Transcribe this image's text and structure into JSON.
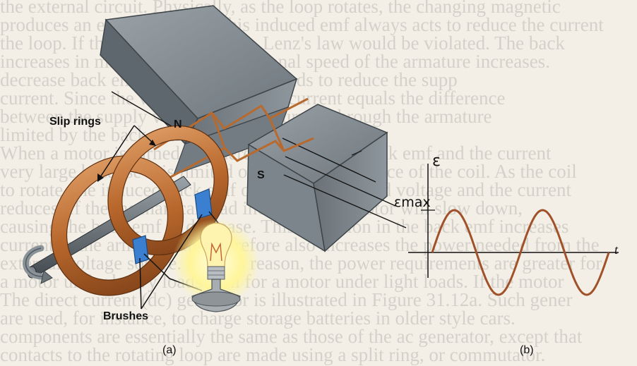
{
  "background_text": [
    "the external circuit. Physically, as the loop rotates, the changing magnetic",
    "produces an emf in the loop; this induced emf always acts to reduce the current",
    "the loop. If this were not the case, Lenz's law would be violated. The back",
    "increases in magnitude as the rotational speed of the armature increases.",
    "decrease back emf, and an emf that tends to reduce the supp",
    "current. Since the voltage, the supply current equals the difference",
    "between the supply voltage and the current through the armature",
    "limited by the back emf.",
    "When a motor is turned on, there is initially no back emf and the current",
    "very large because it is limited only by the resistance of the coil. As the coil",
    "to rotate, the induced back emf opposes the applied voltage and the current",
    "reduces. If the mechanical load increases, the motor will slow down,",
    "causing the back emf to decrease. This reduction in the back emf increases",
    "current in the armature and therefore also increases the power needed from the",
    "external voltage source. For this reason, the power requirements are greater for",
    "a motor under heavy loads than for a motor under light loads. If the motor",
    "The direct current (dc) generator is illustrated in Figure 31.12a. Such gener",
    "are used, for instance, to charge storage batteries in older style cars.",
    "components are essentially the same as those of the ac generator, except that",
    "contacts to the rotating loop are made using a split ring, or commutator."
  ],
  "labels": {
    "slip_rings": "Slip rings",
    "north_pole": "N",
    "south_pole": "S",
    "brushes": "Brushes",
    "part_a": "(a)",
    "part_b": "(b)"
  },
  "chart_data": {
    "type": "line",
    "ylabel": "ε",
    "xlabel": "t",
    "y_marker_label": "εmax",
    "series": [
      {
        "function": "sin",
        "cycles": 2.0,
        "amplitude": 1
      }
    ],
    "ylim": [
      -1,
      1
    ]
  },
  "colors": {
    "magnet": "#8d969c",
    "magnet_dark": "#5b646a",
    "copper": "#b86a2e",
    "brush": "#3b7fd0",
    "curve": "#a0512a",
    "bulb": "#fff59a"
  }
}
